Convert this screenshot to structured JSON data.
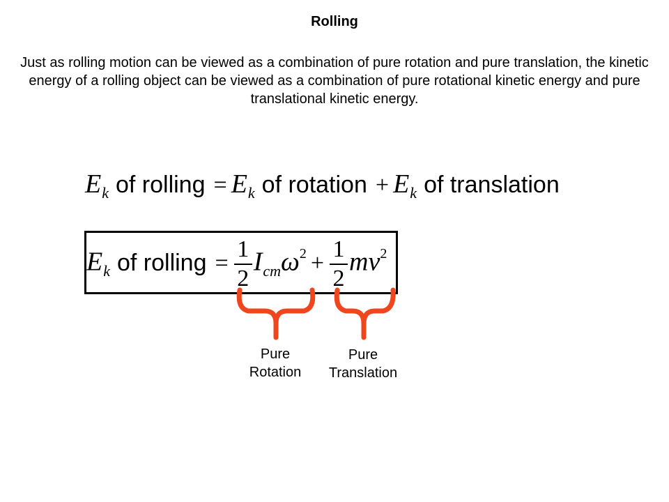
{
  "slide": {
    "title": "Rolling",
    "intro": "Just as rolling motion can be viewed as a combination of pure rotation and pure translation, the kinetic energy of a rolling object can be viewed as a combination of pure rotational kinetic energy and pure translational kinetic energy."
  },
  "equation1": {
    "lhs_symbol": "E",
    "lhs_subscript": "k",
    "lhs_text": "of rolling",
    "equals": "=",
    "term1_symbol": "E",
    "term1_subscript": "k",
    "term1_text": "of rotation",
    "plus": "+",
    "term2_symbol": "E",
    "term2_subscript": "k",
    "term2_text": "of translation"
  },
  "equation2": {
    "lhs_symbol": "E",
    "lhs_subscript": "k",
    "lhs_text": "of rolling",
    "equals": "=",
    "frac1_num": "1",
    "frac1_den": "2",
    "inertia_symbol": "I",
    "inertia_subscript": "cm",
    "omega": "ω",
    "omega_exp": "2",
    "plus": "+",
    "frac2_num": "1",
    "frac2_den": "2",
    "mv": "mv",
    "v_exp": "2"
  },
  "labels": {
    "rotation": [
      "Pure",
      "Rotation"
    ],
    "translation": [
      "Pure",
      "Translation"
    ]
  },
  "colors": {
    "brace": "#f0461e",
    "text": "#000000",
    "background": "#ffffff"
  }
}
